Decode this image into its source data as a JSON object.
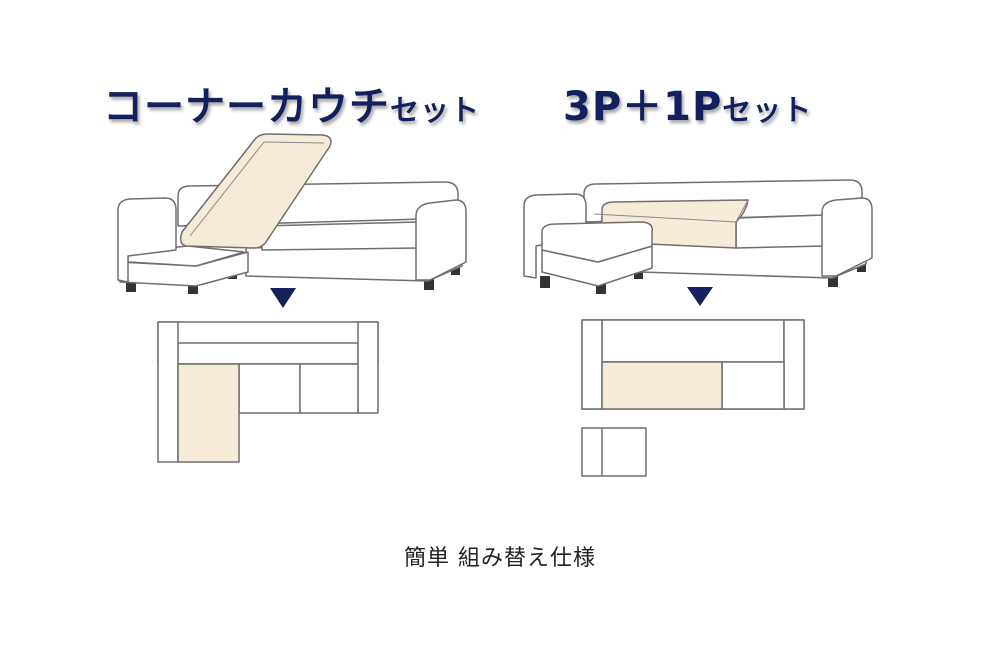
{
  "left_panel": {
    "title_main": "コーナーカウチ",
    "title_suffix": "セット"
  },
  "right_panel": {
    "title_main": "3P＋1P",
    "title_suffix": "セット"
  },
  "caption": "簡単 組み替え仕様",
  "colors": {
    "title": "#14205e",
    "cushion_highlight": "#f6ead8",
    "outline": "#6f6f6f",
    "leg": "#333333",
    "arrow": "#14205e"
  },
  "icons": [
    "down-arrow-icon",
    "down-arrow-icon"
  ]
}
